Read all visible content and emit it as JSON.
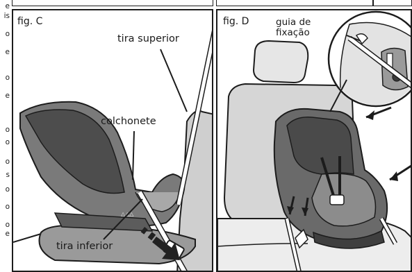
{
  "left_text_fragments": [
    "e",
    "is",
    "o",
    "e",
    "o",
    "e",
    "o",
    "o",
    "o",
    "s",
    "o",
    "o",
    "o",
    "e"
  ],
  "figure_c": {
    "label": "fig. C",
    "callout_top_strap": "tira superior",
    "callout_cushion": "colchonete",
    "callout_bottom_strap": "tira inferior"
  },
  "figure_d": {
    "label": "fig. D",
    "callout_guide": "guia de fixação"
  },
  "colors": {
    "line": "#1c1c1c",
    "seat_dark": "#4d4d4d",
    "seat_mid": "#7a7a7a",
    "seat_light": "#a8a8a8",
    "backrest": "#cfcfcf"
  }
}
